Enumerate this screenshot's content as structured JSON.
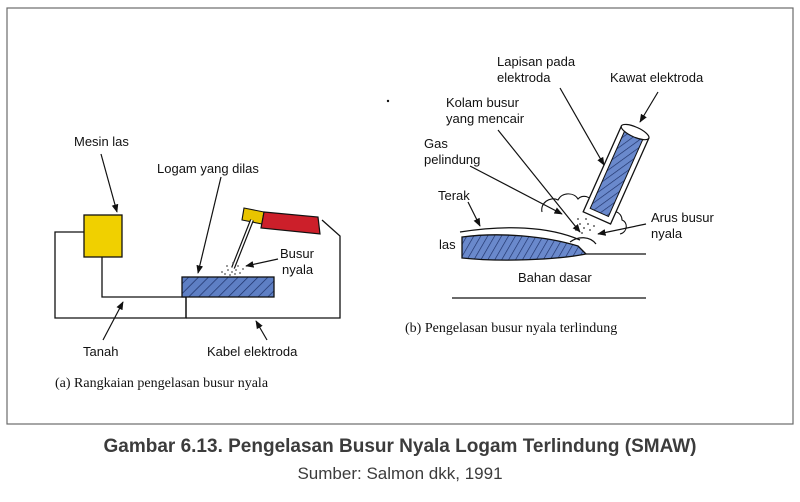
{
  "colors": {
    "machine": "#f0d000",
    "metal": "#5e7fc4",
    "holder": "#cc1f2a",
    "holder_tip": "#e8c400",
    "border": "#6b6b6b"
  },
  "panel_a": {
    "mesin_las": "Mesin las",
    "logam_yang_dilas": "Logam yang dilas",
    "busur": "Busur",
    "nyala": "nyala",
    "tanah": "Tanah",
    "kabel_elektroda": "Kabel elektroda",
    "caption": "(a)  Rangkaian pengelasan busur nyala"
  },
  "panel_b": {
    "lapisan_pada": "Lapisan pada",
    "elektroda": "elektroda",
    "kawat_elektroda": "Kawat elektroda",
    "kolam_busur": "Kolam busur",
    "yang_mencair": "yang mencair",
    "gas": "Gas",
    "pelindung": "pelindung",
    "terak": "Terak",
    "las": "las",
    "arus_busur": "Arus busur",
    "nyala": "nyala",
    "bahan_dasar": "Bahan dasar",
    "caption": "(b)  Pengelasan busur nyala terlindung"
  },
  "caption": {
    "title": "Gambar 6.13. Pengelasan Busur Nyala Logam Terlindung (SMAW)",
    "source": "Sumber: Salmon dkk, 1991"
  }
}
